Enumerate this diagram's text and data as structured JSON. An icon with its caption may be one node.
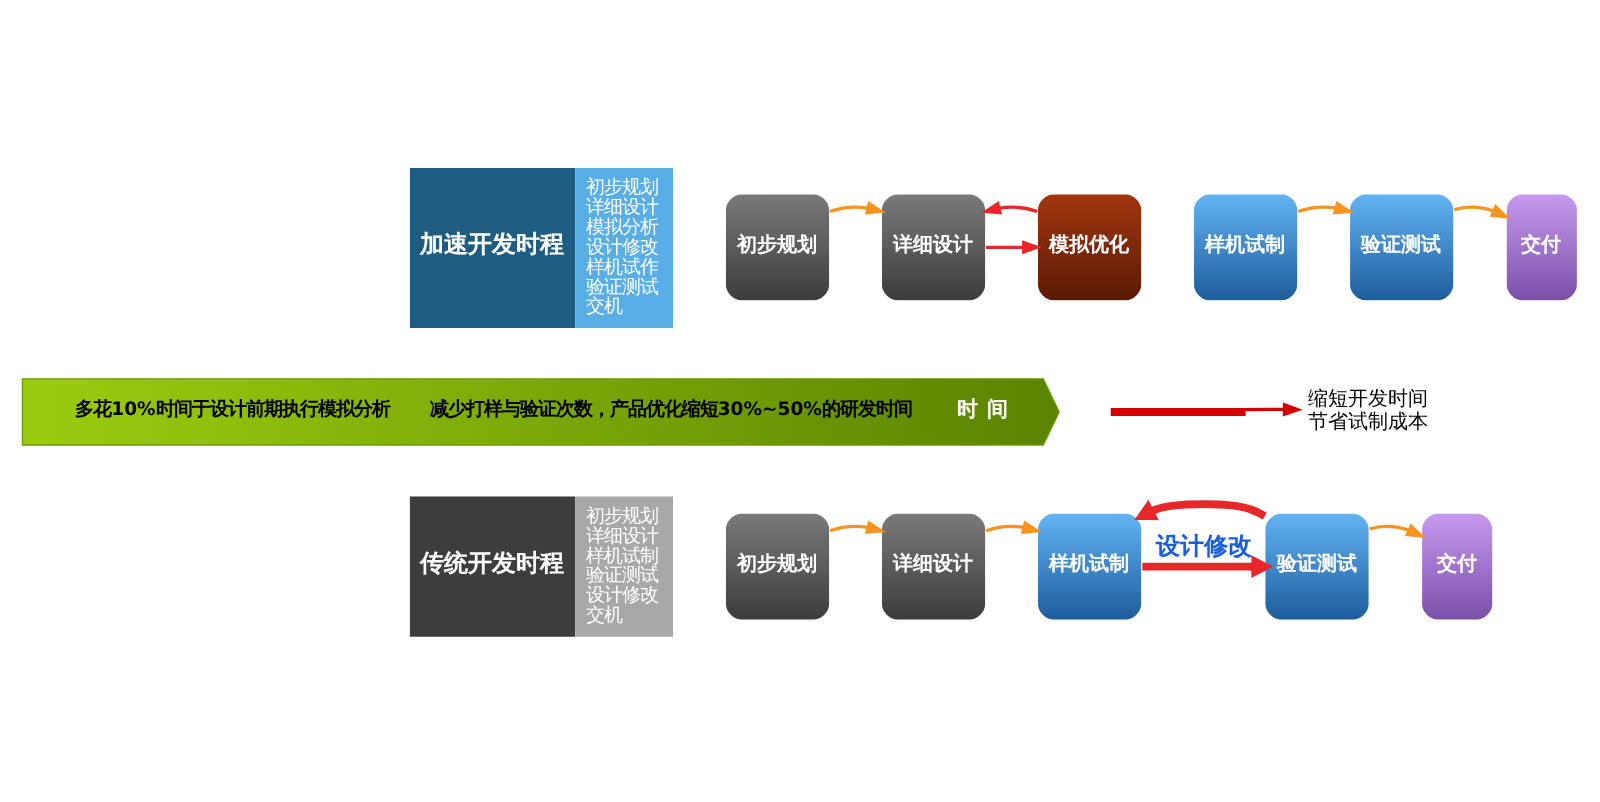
{
  "diagram": {
    "nodes": [
      {
        "text": [
          "加速开发时程",
          "初步规划",
          "详细设计",
          "模拟分析",
          "设计修改",
          "样机试作",
          "验证测试",
          "交机"
        ]
      },
      {
        "text": [
          "初步规划"
        ]
      },
      {
        "text": [
          "详细设计"
        ]
      },
      {
        "text": [
          "模拟优化"
        ]
      },
      {
        "text": [
          "样机试制"
        ]
      },
      {
        "text": [
          "验证测试"
        ]
      },
      {
        "text": [
          "交付"
        ]
      },
      {
        "text": [],
        "shape": "bar"
      },
      {
        "text": [
          "缩短开发时间",
          "节省试制成本"
        ]
      },
      {
        "text": [
          "多花10%时间于设计前期执行模拟分析",
          "减少打样与验证次数，产品优化缩短30%~50%的研发时间",
          "时 间"
        ]
      },
      {
        "text": [
          "传统开发时程",
          "初步规划",
          "详细设计",
          "样机试制",
          "验证测试",
          "设计修改",
          "交机"
        ]
      },
      {
        "text": [
          "初步规划"
        ]
      },
      {
        "text": [
          "详细设计"
        ]
      },
      {
        "text": [
          "样机试制"
        ]
      },
      {
        "text": [
          "验证测试"
        ]
      },
      {
        "text": [
          "交付"
        ]
      }
    ],
    "edges": [
      {
        "from": 1,
        "to": 2,
        "arrow": "to"
      },
      {
        "from": 2,
        "to": 3,
        "arrow": "to",
        "color": "#e8272a"
      },
      {
        "from": 3,
        "to": 2,
        "arrow": "to",
        "color": "#e8272a"
      },
      {
        "from": 4,
        "to": 5,
        "arrow": "to"
      },
      {
        "from": 5,
        "to": 6,
        "arrow": "to"
      },
      {
        "from": 7,
        "to": 8,
        "arrow": "to",
        "color": "#d40000"
      },
      {
        "from": 11,
        "to": 12,
        "arrow": "to"
      },
      {
        "from": 12,
        "to": 13,
        "arrow": "to"
      },
      {
        "from": 13,
        "to": 14,
        "arrow": "to",
        "label": "设计修改",
        "style": "thick",
        "color": "#e8272a"
      },
      {
        "from": 14,
        "to": 13,
        "arrow": "to",
        "style": "thick",
        "color": "#e8272a"
      },
      {
        "from": 14,
        "to": 15,
        "arrow": "to"
      }
    ]
  }
}
